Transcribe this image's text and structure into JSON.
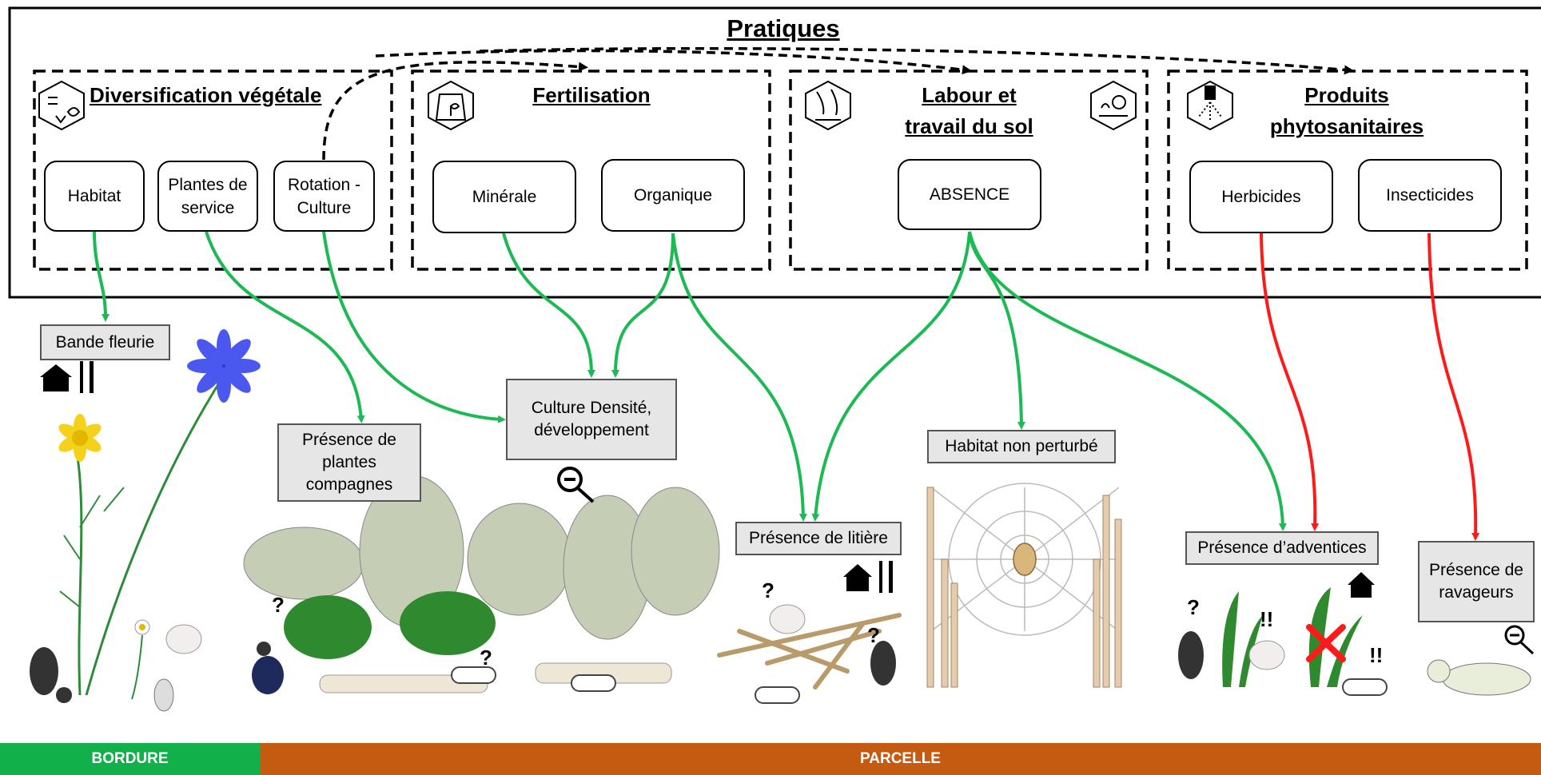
{
  "title": "Pratiques",
  "categories": [
    {
      "title_line1": "Diversification végétale",
      "title_line2": "",
      "icon": "plant-diversity-icon"
    },
    {
      "title_line1": "Fertilisation",
      "title_line2": "",
      "icon": "fertilizer-bag-icon"
    },
    {
      "title_line1": "Labour et",
      "title_line2": "travail du sol",
      "icon": "plough-icon",
      "icon2": "tillage-machine-icon"
    },
    {
      "title_line1": "Produits",
      "title_line2": "phytosanitaires",
      "icon": "sprayer-icon"
    }
  ],
  "practices": {
    "habitat": "Habitat",
    "plantes_service": "Plantes de service",
    "rotation": "Rotation - Culture",
    "minerale": "Minérale",
    "organique": "Organique",
    "absence": "ABSENCE",
    "herbicides": "Herbicides",
    "insecticides": "Insecticides"
  },
  "effects": {
    "bande_fleurie": "Bande fleurie",
    "plantes_compagnes": "Présence de plantes compagnes",
    "culture": "Culture Densité, développement",
    "litiere": "Présence de litière",
    "habitat_non_perturbe": "Habitat non perturbé",
    "adventices": "Présence d’adventices",
    "ravageurs": "Présence de ravageurs"
  },
  "marks": {
    "question": "?",
    "double_bang": "!!"
  },
  "footer": {
    "bordure": "BORDURE",
    "parcelle": "PARCELLE"
  },
  "colors": {
    "positive_arrow": "#1db954",
    "negative_arrow": "#ff1a1a",
    "bordure": "#12b04a",
    "parcelle": "#c55a11",
    "effect_fill": "#e6e6e6"
  }
}
